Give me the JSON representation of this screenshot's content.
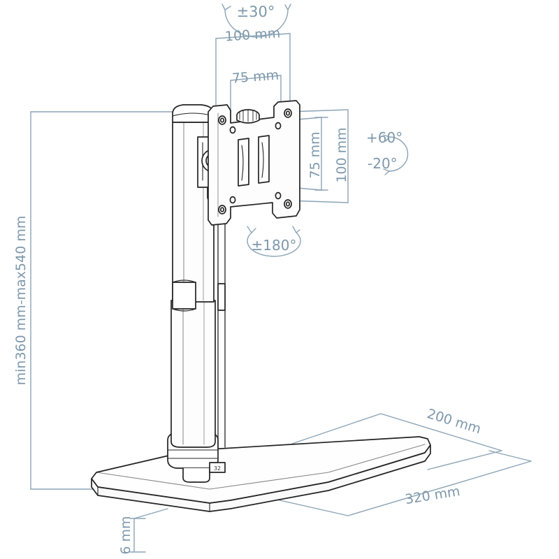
{
  "document": {
    "type": "technical-drawing",
    "subject": "single-monitor-desk-stand",
    "background_color": "#ffffff",
    "line_color": "#222222",
    "dimension_color": "#8ba4b6",
    "text_color": "#7d98ab"
  },
  "dimensions": {
    "vesa_width_outer": "100 mm",
    "vesa_width_inner": "75 mm",
    "vesa_height_inner": "75 mm",
    "vesa_height_outer": "100 mm",
    "column_height_range": "min360 mm-max540 mm",
    "base_depth": "200 mm",
    "base_width": "320 mm",
    "base_thickness": "6 mm"
  },
  "motion_labels": {
    "swivel": "±30°",
    "rotation": "±180°",
    "tilt_up": "+60°",
    "tilt_down": "-20°"
  }
}
